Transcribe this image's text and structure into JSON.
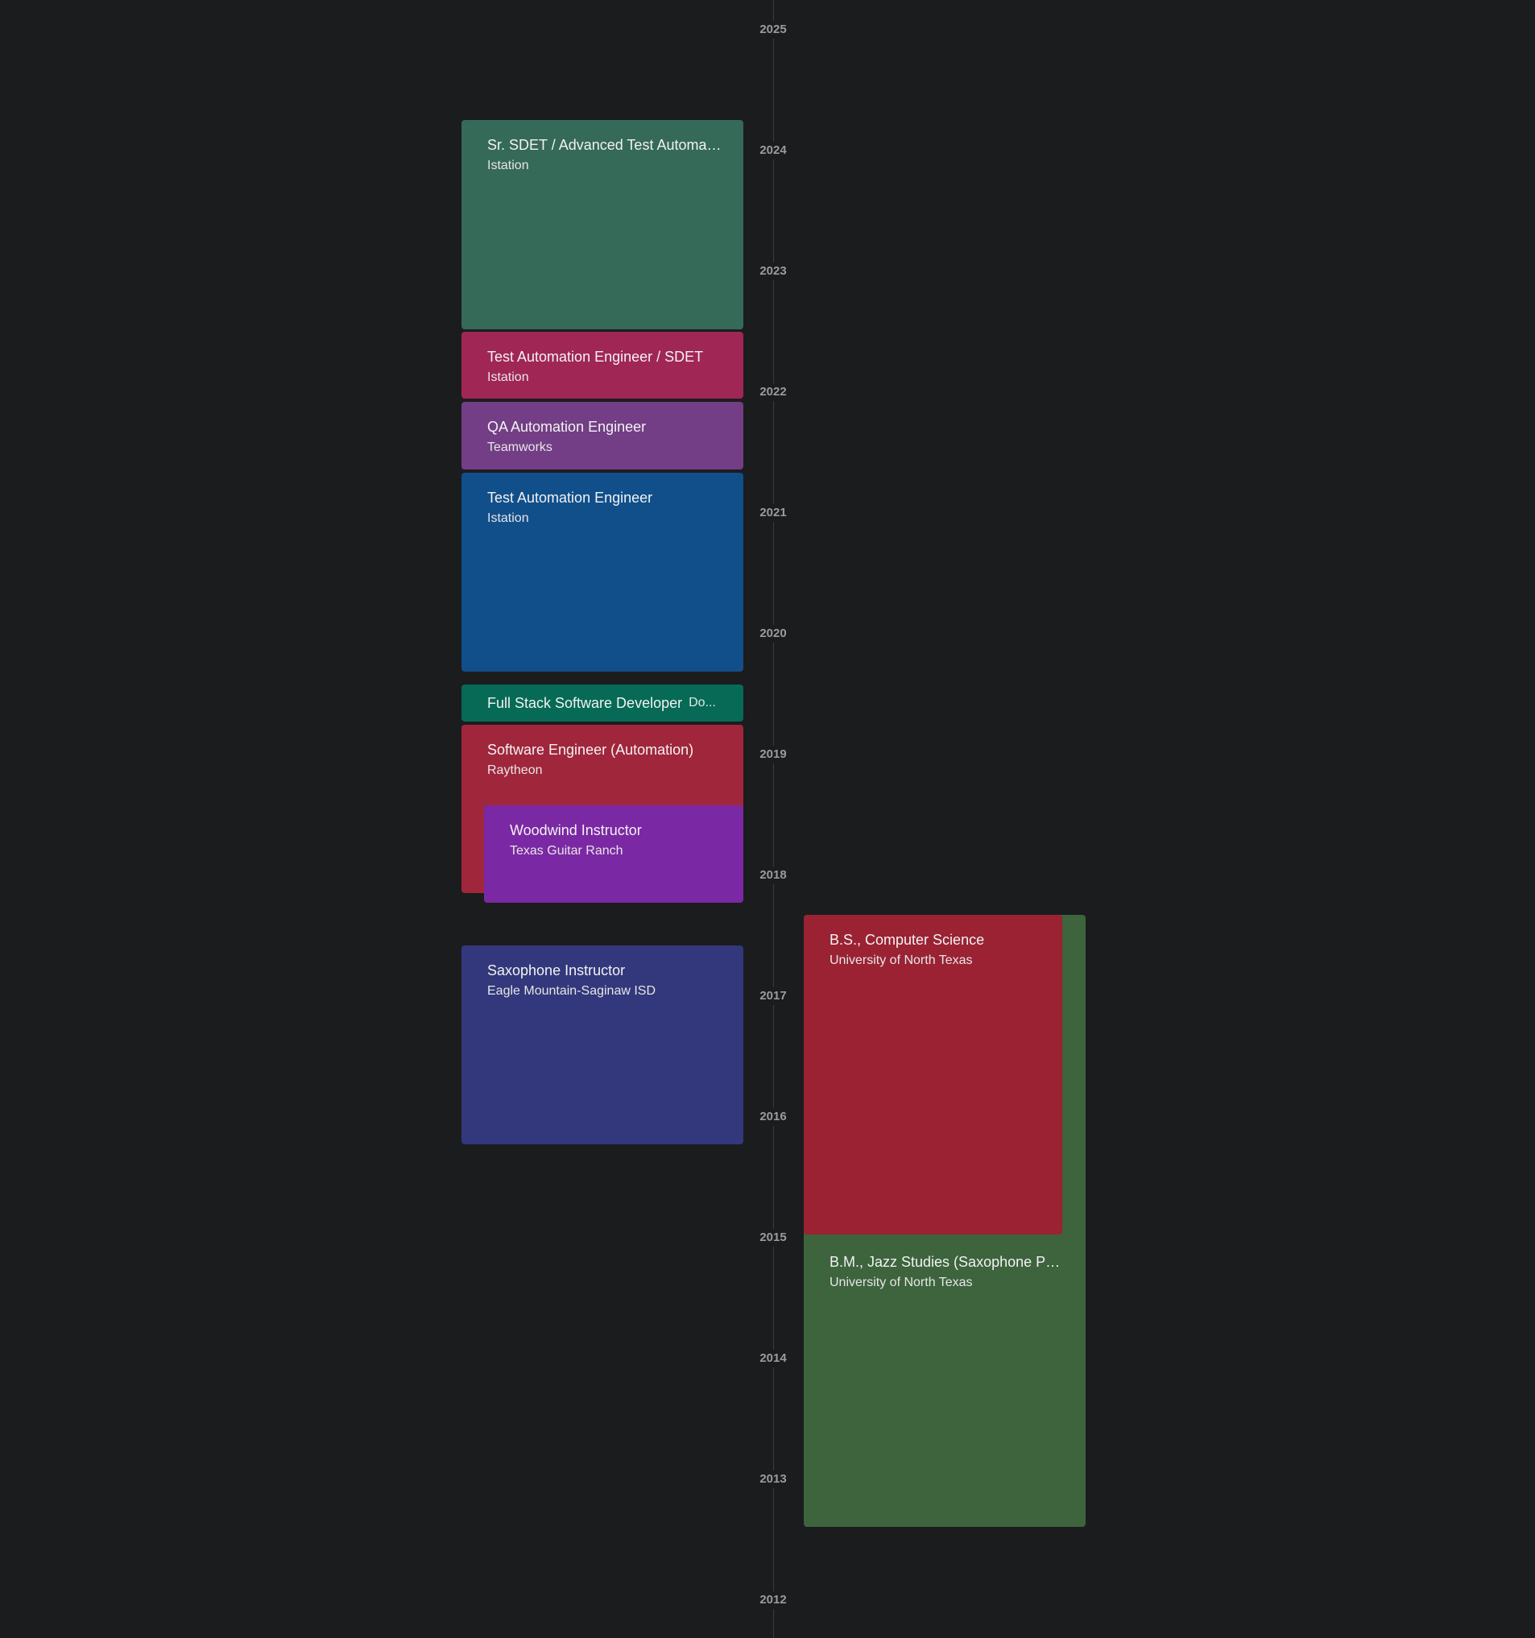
{
  "years": [
    "2025",
    "2024",
    "2023",
    "2022",
    "2021",
    "2020",
    "2019",
    "2018",
    "2017",
    "2016",
    "2015",
    "2014",
    "2013",
    "2012"
  ],
  "entries": [
    {
      "title": "Sr. SDET / Advanced Test Automation Engineer",
      "org": "Istation",
      "color": "#356958"
    },
    {
      "title": "Test Automation Engineer / SDET",
      "org": "Istation",
      "color": "#a02656"
    },
    {
      "title": "QA Automation Engineer",
      "org": "Teamworks",
      "color": "#733e86"
    },
    {
      "title": "Test Automation Engineer",
      "org": "Istation",
      "color": "#114f8b"
    },
    {
      "title": "Full Stack Software Developer",
      "org": "Do...",
      "color": "#066a56"
    },
    {
      "title": "Software Engineer (Automation)",
      "org": "Raytheon",
      "color": "#a0263c"
    },
    {
      "title": "Woodwind Instructor",
      "org": "Texas Guitar Ranch",
      "color": "#7b28a4"
    },
    {
      "title": "Saxophone Instructor",
      "org": "Eagle Mountain-Saginaw ISD",
      "color": "#32387b"
    },
    {
      "title": "B.M., Jazz Studies (Saxophone Performance)",
      "org": "University of North Texas",
      "color": "#3d643d"
    },
    {
      "title": "B.S., Computer Science",
      "org": "University of North Texas",
      "color": "#9a2233"
    }
  ]
}
